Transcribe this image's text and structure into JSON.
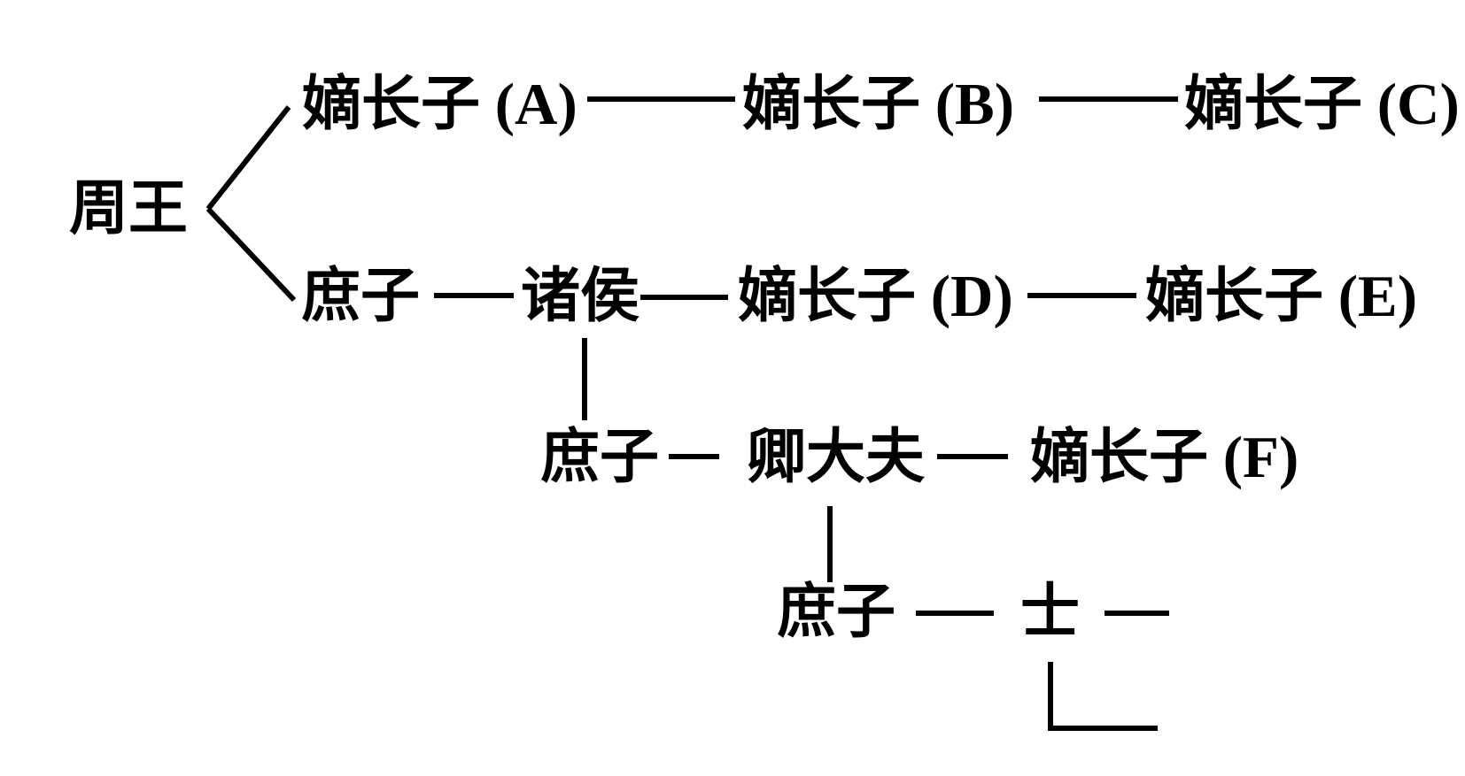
{
  "diagram": {
    "description_colors": {
      "ink": "#000000",
      "background": "#ffffff"
    },
    "root": {
      "label": "周王"
    },
    "row1": {
      "a": {
        "label": "嫡长子 (A)"
      },
      "b": {
        "label": "嫡长子 (B)"
      },
      "c": {
        "label": "嫡长子 (C)"
      }
    },
    "row2": {
      "shuzi": {
        "label": "庶子"
      },
      "zhuhou": {
        "label": "诸侯"
      },
      "d": {
        "label": "嫡长子 (D)"
      },
      "e": {
        "label": "嫡长子 (E)"
      }
    },
    "row3": {
      "shuzi": {
        "label": "庶子"
      },
      "qingdafu": {
        "label": "卿大夫"
      },
      "f": {
        "label": "嫡长子 (F)"
      }
    },
    "row4": {
      "shuzi": {
        "label": "庶子"
      },
      "shi": {
        "label": "士"
      }
    }
  }
}
